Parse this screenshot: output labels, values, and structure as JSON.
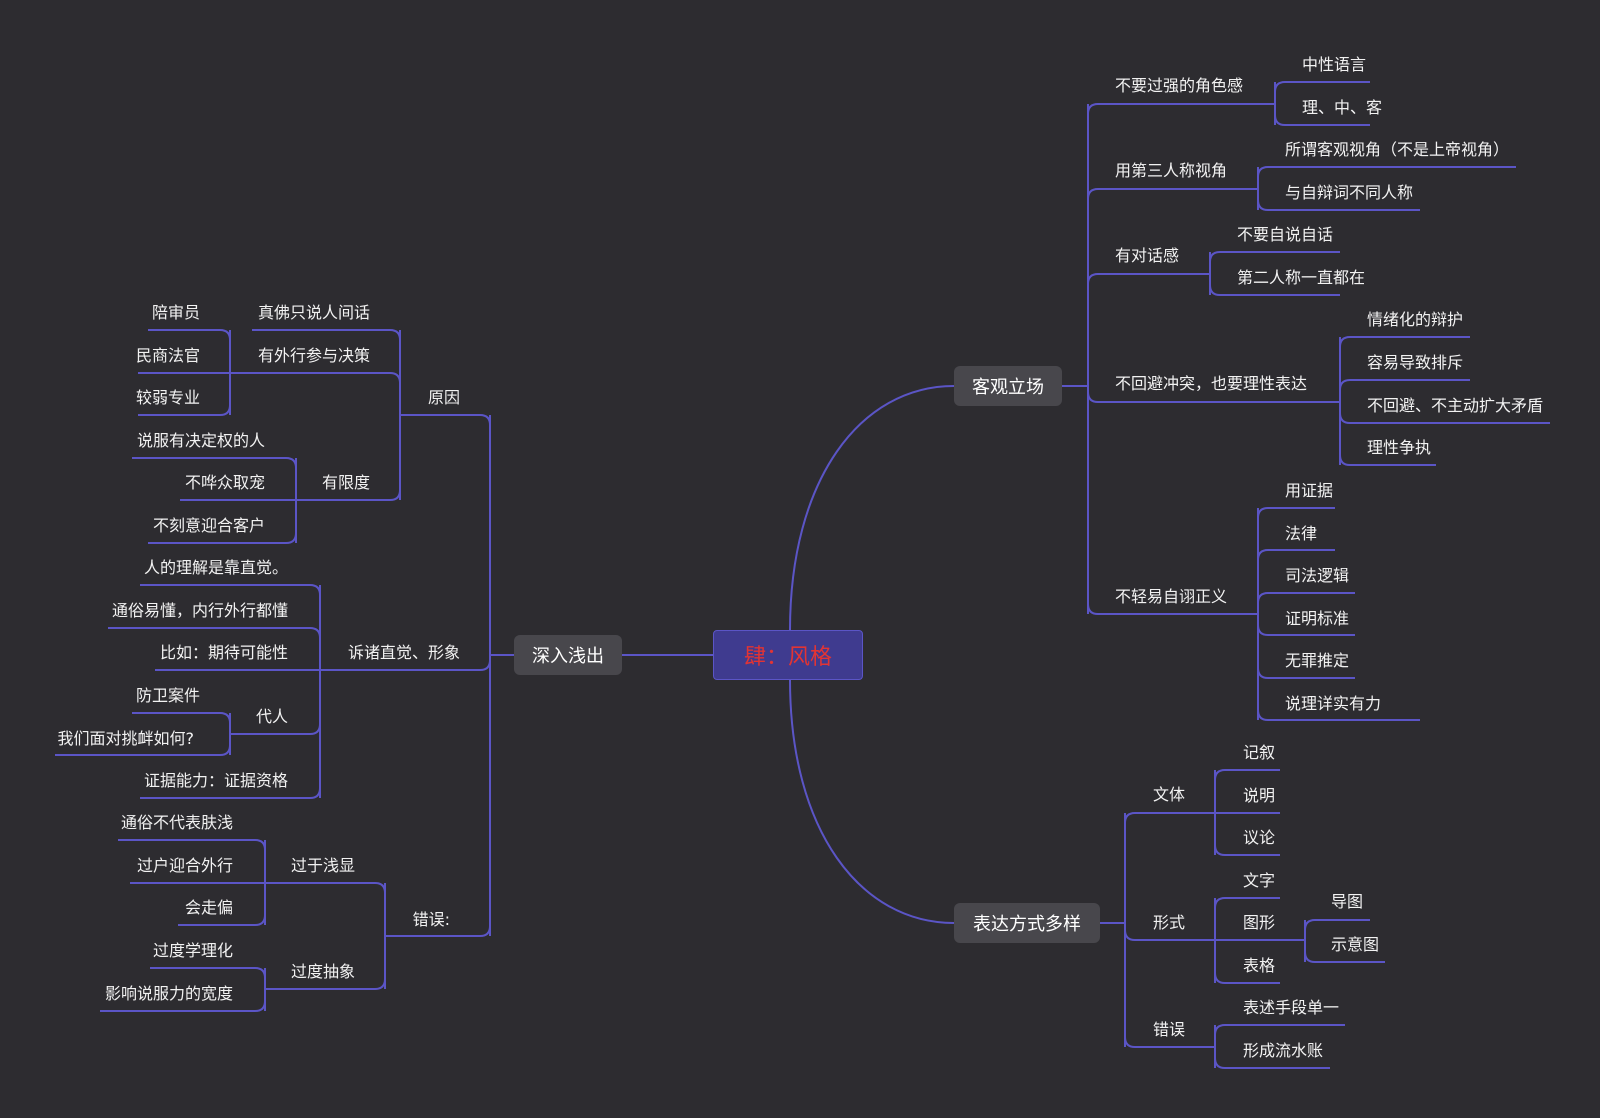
{
  "colors": {
    "background": "#2d2c30",
    "link": "#5b55c6",
    "root_fill": "#3f3b8f",
    "root_text": "#e23434",
    "node_fill": "#48474c"
  },
  "root": "肆：风格",
  "nodes": {
    "objective": "客观立场",
    "no_strong_role": "不要过强的角色感",
    "neutral_language": "中性语言",
    "reason_neutral": "理、中、客",
    "third_person": "用第三人称视角",
    "objective_view": "所谓客观视角（不是上帝视角）",
    "differ_from_defense": "与自辩词不同人称",
    "dialogue_sense": "有对话感",
    "no_self_talk": "不要自说自话",
    "second_person": "第二人称一直都在",
    "no_avoid_conflict": "不回避冲突，也要理性表达",
    "emotional_defense": "情绪化的辩护",
    "causes_rejection": "容易导致排斥",
    "no_escalate": "不回避、不主动扩大矛盾",
    "rational_debate": "理性争执",
    "no_self_righteous": "不轻易自诩正义",
    "use_evidence": "用证据",
    "law": "法律",
    "judicial_logic": "司法逻辑",
    "proof_standard": "证明标准",
    "presumption_innocence": "无罪推定",
    "detailed_reasoning": "说理详实有力",
    "expression": "表达方式多样",
    "genre": "文体",
    "narrative": "记叙",
    "exposition": "说明",
    "argument": "议论",
    "form": "形式",
    "text_form": "文字",
    "graphics": "图形",
    "mind_map": "导图",
    "schematic": "示意图",
    "table_form": "表格",
    "expr_error": "错误",
    "single_means": "表述手段单一",
    "running_account": "形成流水账",
    "deep_simple": "深入浅出",
    "reason": "原因",
    "buddha_words": "真佛只说人间话",
    "layman_decision": "有外行参与决策",
    "juror": "陪审员",
    "commercial_judge": "民商法官",
    "less_professional": "较弱专业",
    "limited": "有限度",
    "persuade_decider": "说服有决定权的人",
    "no_crowd_pleasing": "不哗众取宠",
    "no_pandering": "不刻意迎合客户",
    "intuition": "诉诸直觉、形象",
    "understanding_intuition": "人的理解是靠直觉。",
    "easy_understand": "通俗易懂，内行外行都懂",
    "expectation": "比如：期待可能性",
    "empathy": "代人",
    "self_defense_case": "防卫案件",
    "facing_provocation": "我们面对挑衅如何?",
    "evidence_ability": "证据能力：证据资格",
    "errors": "错误:",
    "too_shallow": "过于浅显",
    "popular_not_shallow": "通俗不代表肤浅",
    "over_cater": "过户迎合外行",
    "biased": "会走偏",
    "too_abstract": "过度抽象",
    "over_academic": "过度学理化",
    "affect_breadth": "影响说服力的宽度"
  }
}
